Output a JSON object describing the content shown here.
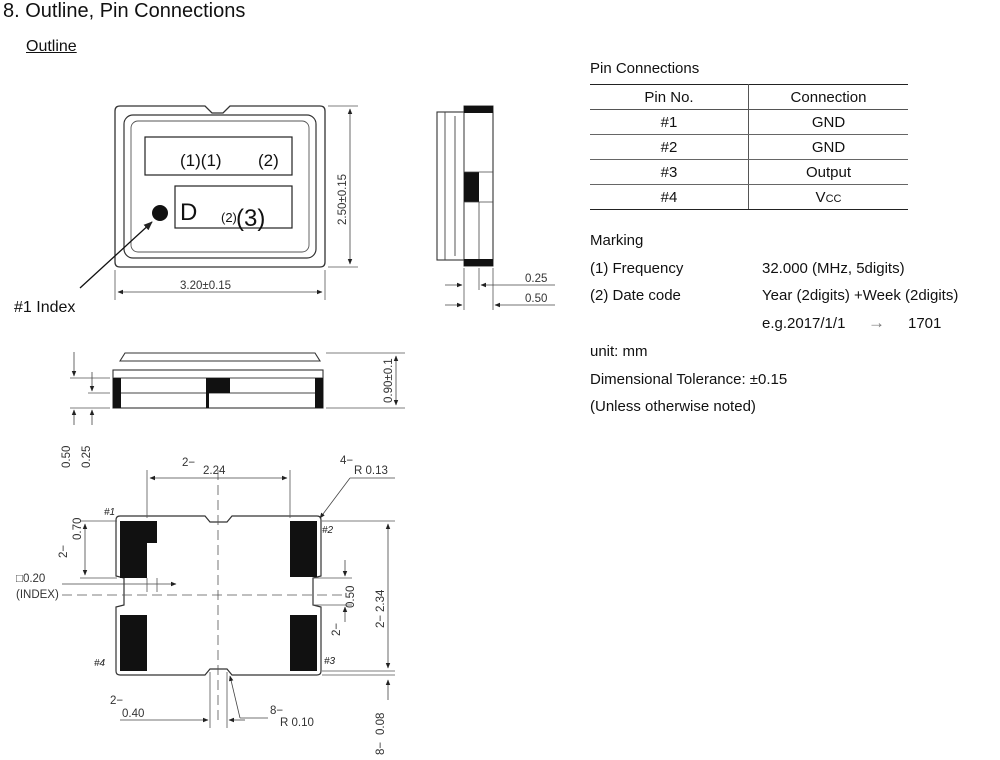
{
  "section_title": "8. Outline, Pin Connections",
  "outline_heading": "Outline",
  "top_view": {
    "marking_line1_left": "(1)(1)",
    "marking_line1_right": "(2)",
    "marking_line2_letter": "D",
    "marking_line2_small": "(2)",
    "marking_line2_big": "(3)",
    "index_label": "#1 Index",
    "width_dim": "3.20±0.15",
    "height_dim": "2.50±0.15"
  },
  "side_view": {
    "dim_a": "0.25",
    "dim_b": "0.50"
  },
  "front_view": {
    "height_dim": "0.90±0.1",
    "dim_a": "0.50",
    "dim_b": "0.25"
  },
  "bottom_view": {
    "pitch_prefix": "2−",
    "pitch": "2.24",
    "radius_prefix": "4−",
    "radius": "R 0.13",
    "pad_prefix": "2−",
    "pad_height": "0.70",
    "index_box": "□0.20",
    "index_note": "(INDEX)",
    "notch_prefix": "2−",
    "notch": "0.50",
    "vpitch_prefix": "2−",
    "vpitch": "2.34",
    "notch_w_prefix": "2−",
    "notch_w": "0.40",
    "radius2_prefix": "8−",
    "radius2": "R 0.10",
    "gap_prefix": "8−",
    "gap": "0.08",
    "pin1": "#1",
    "pin2": "#2",
    "pin3": "#3",
    "pin4": "#4"
  },
  "pin_connections": {
    "title": "Pin Connections",
    "headers": [
      "Pin No.",
      "Connection"
    ],
    "rows": [
      {
        "pin": "#1",
        "connection": "GND"
      },
      {
        "pin": "#2",
        "connection": "GND"
      },
      {
        "pin": "#3",
        "connection": "Output"
      },
      {
        "pin": "#4",
        "connection_main": "V",
        "connection_sub": "CC"
      }
    ]
  },
  "marking": {
    "title": "Marking",
    "items": [
      {
        "label": "(1) Frequency",
        "value": "32.000 (MHz, 5digits)"
      },
      {
        "label": "(2) Date code",
        "value": "Year (2digits) +Week (2digits)"
      }
    ],
    "example_left": "e.g.2017/1/1",
    "example_arrow": "→",
    "example_right": "1701"
  },
  "notes": {
    "unit": "unit: mm",
    "tolerance": "Dimensional Tolerance: ±0.15",
    "unless": "(Unless otherwise noted)"
  }
}
